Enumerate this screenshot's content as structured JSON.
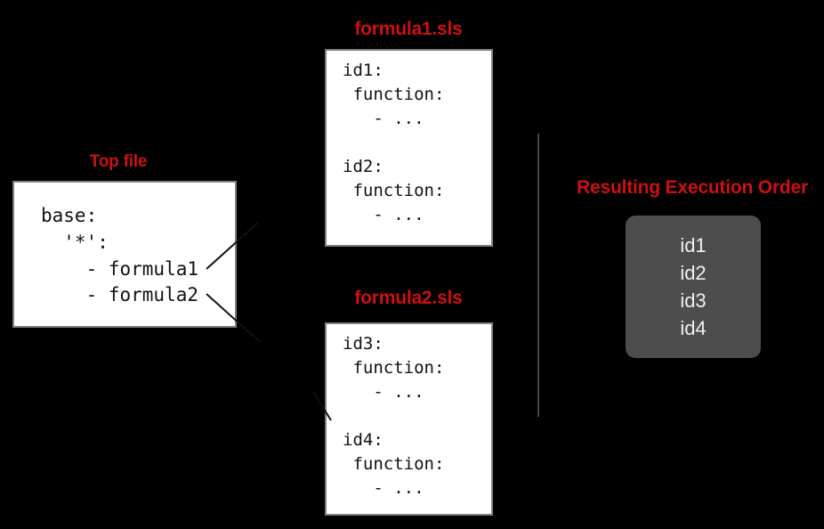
{
  "diagram": {
    "background_color": "#000000",
    "accent_color": "#cc1111",
    "panel_fill": "#ffffff",
    "panel_border": "#808080",
    "order_box_fill": "#4d4d4d",
    "divider_color": "#4a4a4a"
  },
  "top_file": {
    "caption": "Top file",
    "code": "base:\n  '*':\n    - formula1\n    - formula2"
  },
  "formula1": {
    "caption": "formula1.sls",
    "code": "id1:\n function:\n   - ...\n\nid2:\n function:\n   - ..."
  },
  "formula2": {
    "caption": "formula2.sls",
    "code": "id3:\n function:\n   - ...\n\nid4:\n function:\n   - ..."
  },
  "execution_order": {
    "caption": "Resulting Execution Order",
    "items": [
      "id1",
      "id2",
      "id3",
      "id4"
    ]
  }
}
